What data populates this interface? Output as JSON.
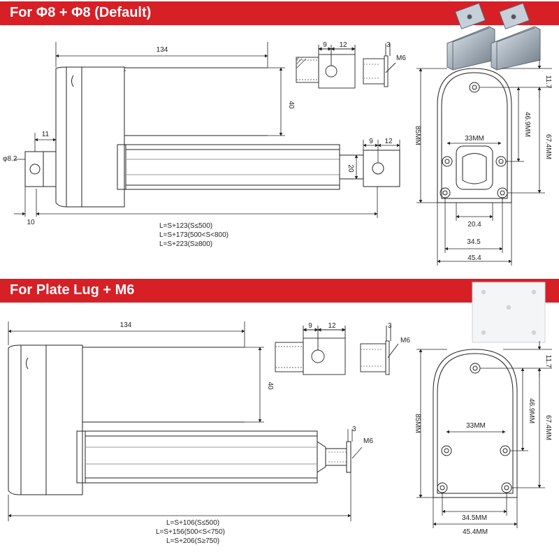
{
  "section1": {
    "title": "For Φ8 + Φ8 (Default)",
    "body_dims": {
      "length": "134",
      "height": "40",
      "lug_offset": "11",
      "hole_dia": "φ8.2",
      "end_offset": "10",
      "rod_width": "20",
      "rod_a": "9",
      "rod_b": "12"
    },
    "detail": {
      "a": "9",
      "b": "12",
      "t": "3",
      "thread": "M6"
    },
    "formula": [
      "L=S+123(S≤500)",
      "L=S+173(500<S<800)",
      "L=S+223(S≥800)"
    ],
    "end_view": {
      "top": "11.7",
      "inner_h": "46.9MM",
      "outer_h": "67.4MM",
      "total_h": "85MM",
      "w_33": "33MM",
      "w_204": "20.4",
      "w_345": "34.5",
      "w_454": "45.4"
    }
  },
  "section2": {
    "title": "For Plate Lug + M6",
    "body_dims": {
      "length": "134",
      "height": "40",
      "rod_t": "3",
      "thread": "M6"
    },
    "detail": {
      "a": "9",
      "b": "12",
      "t": "3",
      "thread": "M6"
    },
    "formula": [
      "L=S+106(S≤500)",
      "L=S+156(500<S<750)",
      "L=S+206(S≥750)"
    ],
    "end_view": {
      "top": "11.7",
      "inner_h": "46.9MM",
      "outer_h": "67.4MM",
      "total_h": "85MM",
      "w_33": "33MM",
      "w_345": "34.5MM",
      "w_454": "45.4MM"
    }
  }
}
